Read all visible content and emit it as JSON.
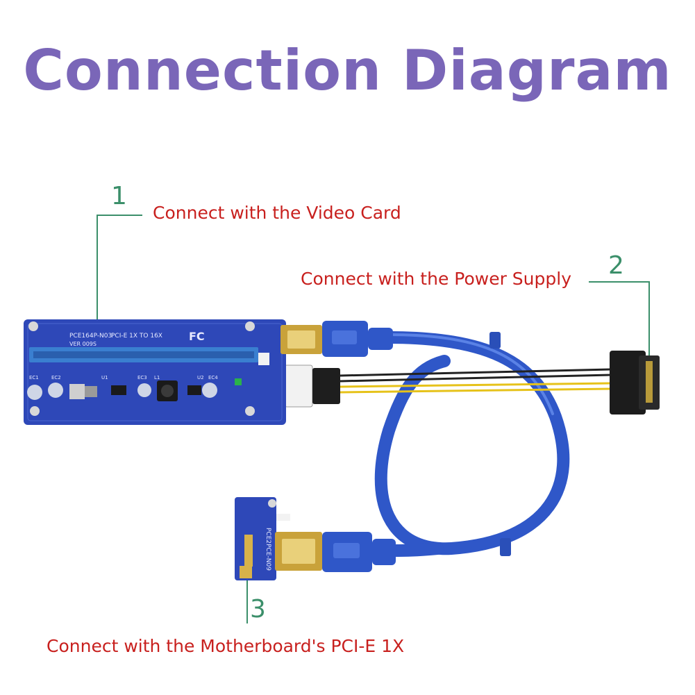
{
  "title": "Connection Diagram",
  "callouts": [
    {
      "number": "1",
      "label": "Connect with the Video Card"
    },
    {
      "number": "2",
      "label": "Connect with the Power Supply"
    },
    {
      "number": "3",
      "label": "Connect with the Motherboard's PCI-E 1X"
    }
  ],
  "board": {
    "silkscreen_model": "PCE164P-N03",
    "silkscreen_pcie": "PCI-E 1X TO 16X",
    "silkscreen_version": "VER 009S",
    "fc_mark": "FC",
    "comp_ec1": "EC1",
    "comp_ec2": "EC2",
    "comp_u1": "U1",
    "comp_ec3": "EC3",
    "comp_l1": "L1",
    "comp_u2": "U2",
    "comp_ec4": "EC4"
  },
  "adapter": {
    "silkscreen_model": "PCE2PCE-N09"
  },
  "colors": {
    "title": "#7a66b8",
    "number": "#3b8f6a",
    "label": "#c8201e",
    "pcb": "#2e48b8",
    "cable": "#2f57c8",
    "slot": "#3a7fd0",
    "gold": "#d8b24a"
  }
}
